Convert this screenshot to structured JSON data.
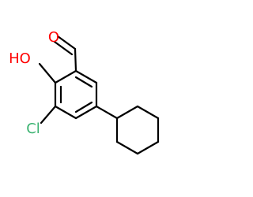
{
  "molecule": {
    "atoms": {
      "aldehyde_oxygen": {
        "label": "O",
        "color": "#ff0000"
      },
      "hydroxyl": {
        "label": "HO",
        "color": "#ff0000"
      },
      "chlorine": {
        "label": "Cl",
        "color": "#3cb371"
      }
    },
    "bond_color": "#000000"
  }
}
